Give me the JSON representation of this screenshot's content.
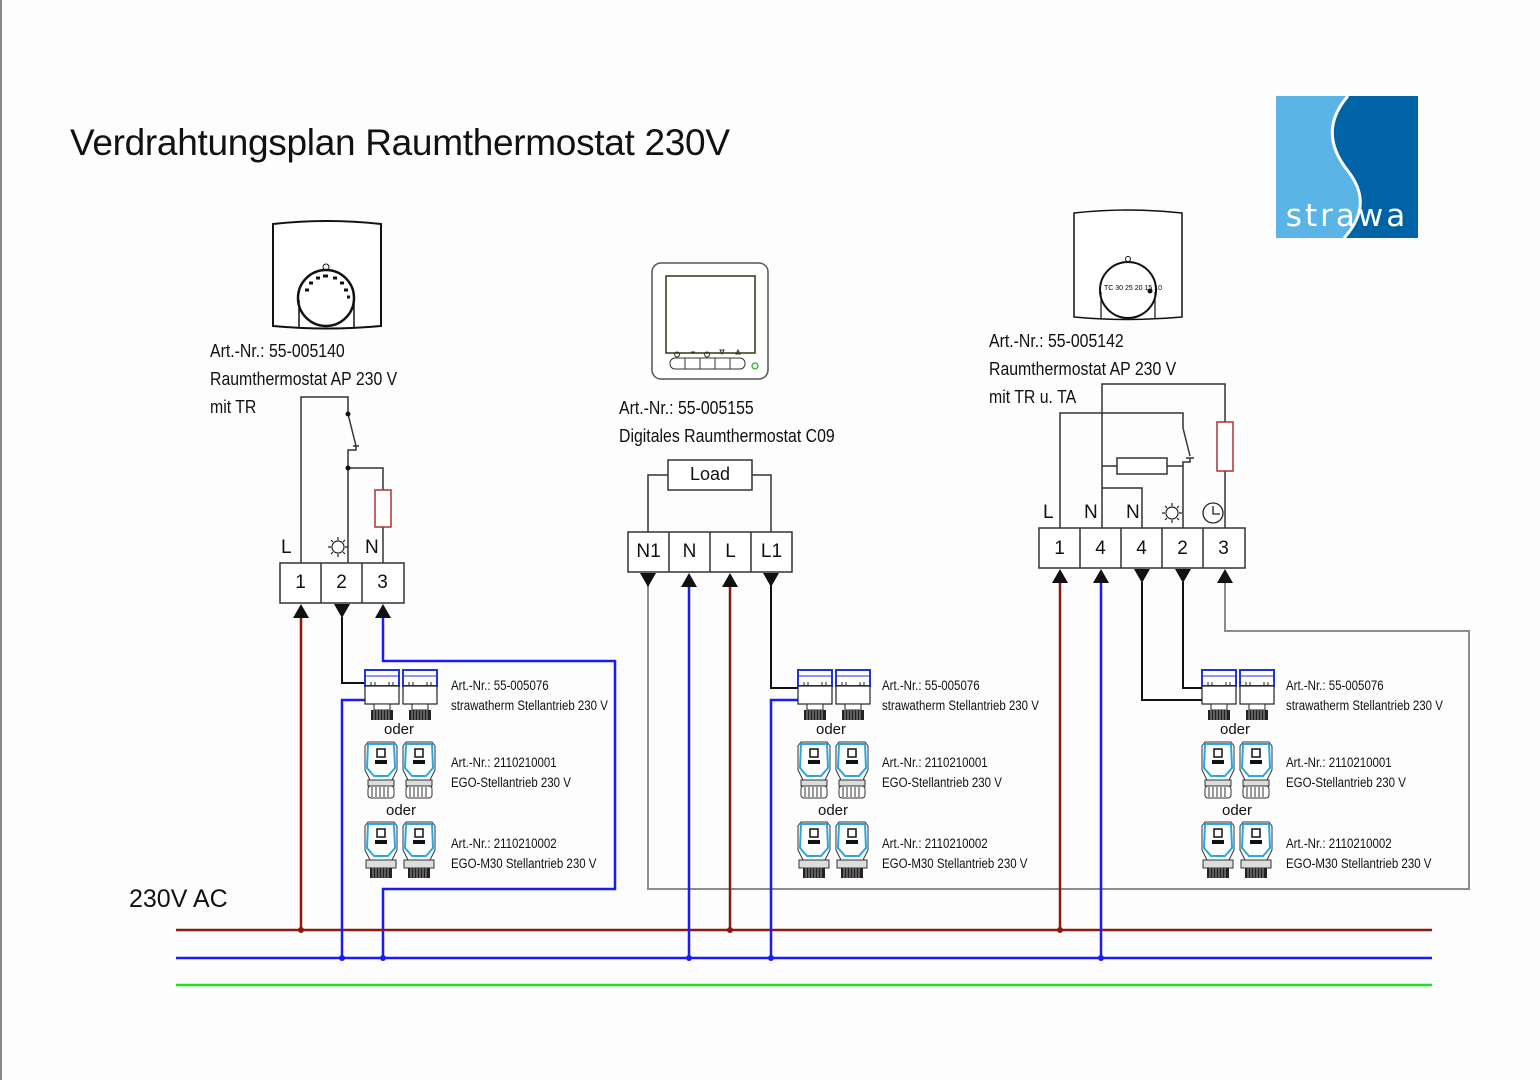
{
  "title": "Verdrahtungsplan Raumthermostat 230V",
  "logo": {
    "text": "strawa",
    "colors": {
      "light": "#5bb4e6",
      "dark": "#0063a6"
    }
  },
  "supply_label": "230V AC",
  "wire_colors": {
    "L": "#8b1a0e",
    "N": "#1a1aff",
    "PE": "#22e022",
    "grey": "#8c8c8c"
  },
  "thermostats": [
    {
      "art_nr": "Art.-Nr.: 55-005140",
      "name": "Raumthermostat AP 230 V",
      "variant": "mit TR",
      "terminal_labels": [
        "L",
        "sun",
        "N"
      ],
      "terminals": [
        "1",
        "2",
        "3"
      ]
    },
    {
      "art_nr": "Art.-Nr.: 55-005155",
      "name": "Digitales Raumthermostat C09",
      "load_label": "Load",
      "terminals": [
        "N1",
        "N",
        "L",
        "L1"
      ]
    },
    {
      "art_nr": "Art.-Nr.: 55-005142",
      "name": "Raumthermostat AP 230 V",
      "variant": "mit TR u. TA",
      "terminal_labels": [
        "L",
        "N",
        "N",
        "sun",
        "clock"
      ],
      "terminals": [
        "1",
        "4",
        "4",
        "2",
        "3"
      ]
    }
  ],
  "actuators": [
    {
      "art_nr": "Art.-Nr.: 55-005076",
      "name": "strawatherm Stellantrieb 230 V"
    },
    {
      "art_nr": "Art.-Nr.: 2110210001",
      "name": "EGO-Stellantrieb 230 V"
    },
    {
      "art_nr": "Art.-Nr.: 2110210002",
      "name": "EGO-M30 Stellantrieb 230 V"
    }
  ],
  "oder_label": "oder"
}
